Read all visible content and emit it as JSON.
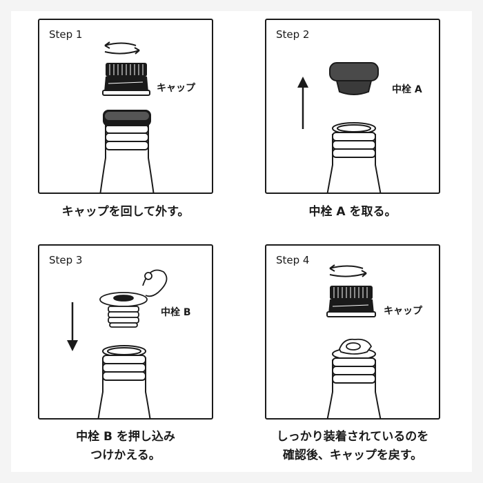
{
  "steps": [
    {
      "label": "Step 1",
      "part": "キャップ",
      "caption": [
        "キャップを回して外す。"
      ]
    },
    {
      "label": "Step 2",
      "part": "中栓 A",
      "caption": [
        "中栓 A を取る。"
      ]
    },
    {
      "label": "Step 3",
      "part": "中栓 B",
      "caption": [
        "中栓 B を押し込み",
        "つけかえる。"
      ]
    },
    {
      "label": "Step 4",
      "part": "キャップ",
      "caption": [
        "しっかり装着されているのを",
        "確認後、キャップを戻す。"
      ]
    }
  ],
  "icons": [
    "rotate-arrows-icon",
    "up-arrow-icon",
    "down-arrow-icon",
    "bottle-icon",
    "cap-icon",
    "stopper-a-icon",
    "stopper-b-icon"
  ],
  "colors": {
    "ink": "#1a1a1a",
    "stopper": "#4a4a4a",
    "background": "#f4f4f4"
  }
}
